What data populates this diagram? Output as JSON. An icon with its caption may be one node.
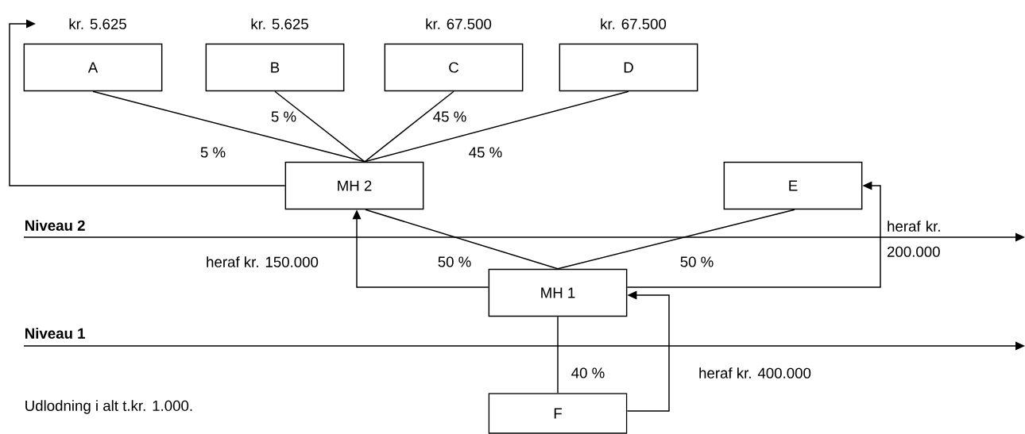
{
  "diagram": {
    "nodes": [
      {
        "text": [
          "A"
        ],
        "beside": [
          "kr. 5.625"
        ]
      },
      {
        "text": [
          "B"
        ],
        "beside": [
          "kr. 5.625"
        ]
      },
      {
        "text": [
          "C"
        ],
        "beside": [
          "kr. 67.500"
        ]
      },
      {
        "text": [
          "D"
        ],
        "beside": [
          "kr. 67.500"
        ]
      },
      {
        "text": [
          "MH 2"
        ]
      },
      {
        "text": [
          "E"
        ]
      },
      {
        "text": [
          "MH 1"
        ]
      },
      {
        "text": [
          "F"
        ]
      }
    ],
    "edges": [
      {
        "from": 0,
        "to": 4,
        "arrow": "none",
        "label": "5 %"
      },
      {
        "from": 1,
        "to": 4,
        "arrow": "none",
        "label": "5 %"
      },
      {
        "from": 2,
        "to": 4,
        "arrow": "none",
        "label": "45 %"
      },
      {
        "from": 3,
        "to": 4,
        "arrow": "none",
        "label": "45 %"
      },
      {
        "from": 6,
        "to": 4,
        "arrow": "none",
        "label": "50 %"
      },
      {
        "from": 6,
        "to": 5,
        "arrow": "none",
        "label": "50 %"
      },
      {
        "from": 7,
        "to": 6,
        "arrow": "none",
        "label": "40 %"
      },
      {
        "from": 4,
        "to": null,
        "arrow": "to"
      },
      {
        "from": 6,
        "to": 4,
        "arrow": "to",
        "label": "heraf kr. 150.000"
      },
      {
        "from": 6,
        "to": 5,
        "arrow": "to",
        "label": "heraf kr. 200.000"
      },
      {
        "from": 7,
        "to": 6,
        "arrow": "to",
        "label": "heraf kr. 400.000"
      }
    ],
    "labels": [
      "Niveau 2",
      "Niveau 1",
      "Udlodning i alt t.kr. 1.000."
    ]
  }
}
